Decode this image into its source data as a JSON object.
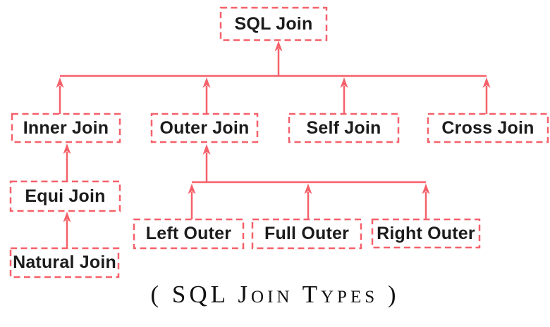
{
  "diagram": {
    "caption": "( SQL Join Types )",
    "accent_color": "#f5616a",
    "text_color": "#1c1c1c",
    "nodes": {
      "root": {
        "label": "SQL Join"
      },
      "inner": {
        "label": "Inner Join"
      },
      "outer": {
        "label": "Outer Join"
      },
      "self": {
        "label": "Self Join"
      },
      "cross": {
        "label": "Cross Join"
      },
      "equi": {
        "label": "Equi Join"
      },
      "natural": {
        "label": "Natural Join"
      },
      "left_outer": {
        "label": "Left Outer"
      },
      "full_outer": {
        "label": "Full Outer"
      },
      "right_outer": {
        "label": "Right Outer"
      }
    },
    "edges": [
      {
        "from": "Inner Join",
        "to": "SQL Join"
      },
      {
        "from": "Outer Join",
        "to": "SQL Join"
      },
      {
        "from": "Self Join",
        "to": "SQL Join"
      },
      {
        "from": "Cross Join",
        "to": "SQL Join"
      },
      {
        "from": "Equi Join",
        "to": "Inner Join"
      },
      {
        "from": "Natural Join",
        "to": "Equi Join"
      },
      {
        "from": "Left Outer",
        "to": "Outer Join"
      },
      {
        "from": "Full Outer",
        "to": "Outer Join"
      },
      {
        "from": "Right Outer",
        "to": "Outer Join"
      }
    ]
  }
}
